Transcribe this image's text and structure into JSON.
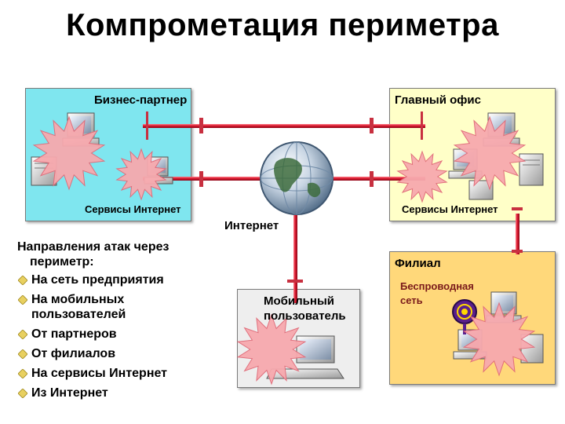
{
  "title": "Компрометация периметра",
  "nodes": {
    "partner": {
      "label": "Бизнес-партнер",
      "services_label": "Сервисы Интернет"
    },
    "main_office": {
      "label": "Главный офис",
      "services_label": "Сервисы Интернет"
    },
    "internet": {
      "label": "Интернет"
    },
    "branch": {
      "label": "Филиал",
      "wireless_label_line1": "Беспроводная",
      "wireless_label_line2": "сеть"
    },
    "mobile": {
      "label_line1": "Мобильный",
      "label_line2": "пользователь"
    }
  },
  "attack_directions": {
    "heading_line1": "Направления атак через",
    "heading_line2": "периметр:",
    "items": [
      {
        "line1": "На сеть предприятия",
        "line2": ""
      },
      {
        "line1": "На мобильных",
        "line2": "пользователей"
      },
      {
        "line1": "От партнеров",
        "line2": ""
      },
      {
        "line1": "От филиалов",
        "line2": ""
      },
      {
        "line1": "На сервисы Интернет",
        "line2": ""
      },
      {
        "line1": "Из Интернет",
        "line2": ""
      }
    ]
  },
  "colors": {
    "partner_box": "#7fe6ef",
    "main_office_box": "#ffffc8",
    "branch_box": "#ffd87a",
    "mobile_box": "#eeeeee",
    "link": "#d4132a",
    "burst": "#f7a9ae",
    "bullet": "#e8d060"
  },
  "icons": [
    "computer-icon",
    "server-icon",
    "globe-icon",
    "wireless-access-point-icon",
    "attack-burst-icon"
  ]
}
